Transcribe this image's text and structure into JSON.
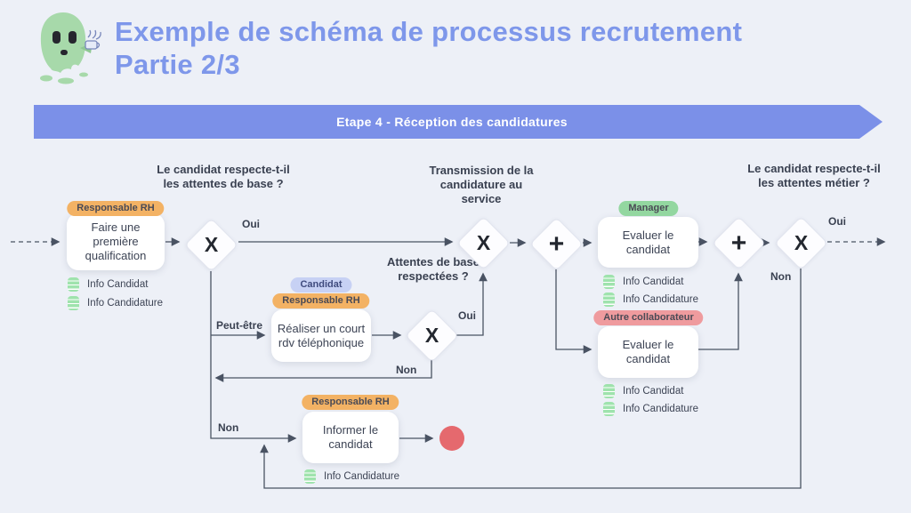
{
  "header": {
    "title_line1": "Exemple de schéma de processus recrutement",
    "title_line2": "Partie 2/3",
    "banner": "Etape 4 - Réception des candidatures"
  },
  "colors": {
    "background": "#edf0f7",
    "accent_blue": "#7e97ea",
    "banner_blue": "#7b90e8",
    "badge_orange": "#f3b264",
    "badge_green": "#93d7a0",
    "badge_pink": "#ef9b9e",
    "badge_periwinkle": "#c7d1f4",
    "datastore_green": "#9fe3ad",
    "end_event_red": "#e5696e",
    "connector": "#4a5363"
  },
  "icons": {
    "mascot": "ghost-mascot",
    "datastore": "database-cylinder",
    "end_event": "filled-circle"
  },
  "diagram": {
    "questions": {
      "base": "Le candidat respecte-t-il les attentes de base ?",
      "transmission": "Transmission de la candidature au service",
      "metier": "Le candidat respecte-t-il les attentes métier ?",
      "attentes_respectees": "Attentes de base respectées ?"
    },
    "gateways": {
      "qualification": "X",
      "transmission": "X",
      "split": "+",
      "join": "+",
      "metier": "X",
      "rdv": "X"
    },
    "labels": {
      "oui_qualification": "Oui",
      "peut_etre": "Peut-être",
      "non_qualification": "Non",
      "oui_rdv": "Oui",
      "non_rdv": "Non",
      "oui_metier": "Oui",
      "non_metier": "Non"
    },
    "tasks": {
      "qualification": {
        "badge": "Responsable RH",
        "label": "Faire une première qualification"
      },
      "rdv": {
        "badge_top": "Candidat",
        "badge_bottom": "Responsable RH",
        "label": "Réaliser un court rdv téléphonique"
      },
      "evaluer_manager": {
        "badge": "Manager",
        "label": "Evaluer le candidat"
      },
      "evaluer_autre": {
        "badge": "Autre collaborateur",
        "label": "Evaluer le candidat"
      },
      "informer": {
        "badge": "Responsable RH",
        "label": "Informer le candidat"
      }
    },
    "datastores": {
      "qualification": [
        "Info Candidat",
        "Info Candidature"
      ],
      "evaluer_manager": [
        "Info Candidat",
        "Info Candidature"
      ],
      "evaluer_autre": [
        "Info Candidat",
        "Info Candidature"
      ],
      "informer": [
        "Info Candidature"
      ]
    }
  }
}
